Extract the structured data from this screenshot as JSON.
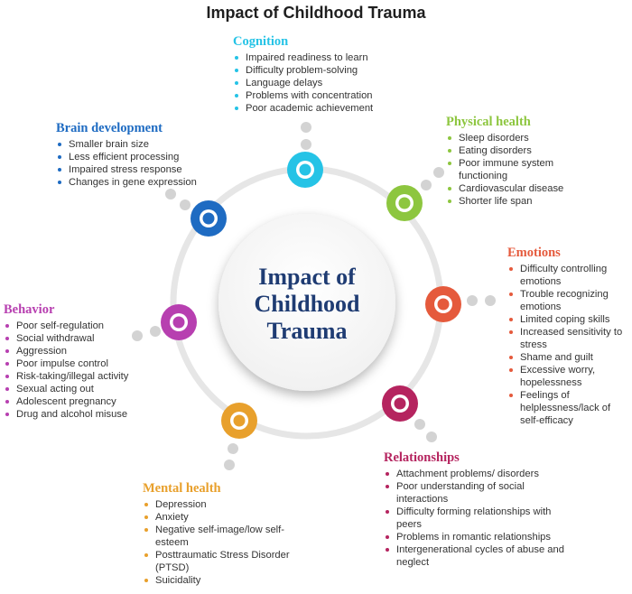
{
  "title": "Impact of Childhood Trauma",
  "center": [
    "Impact of",
    "Childhood",
    "Trauma"
  ],
  "categories": [
    {
      "key": "cognition",
      "heading": "Cognition",
      "color": "#25c3e6",
      "items": [
        "Impaired readiness to learn",
        "Difficulty problem-solving",
        "Language delays",
        "Problems with concentration",
        "Poor academic achievement"
      ]
    },
    {
      "key": "physical",
      "heading": "Physical health",
      "color": "#8dc63f",
      "items": [
        "Sleep disorders",
        "Eating disorders",
        "Poor immune system functioning",
        "Cardiovascular disease",
        "Shorter life span"
      ]
    },
    {
      "key": "emotions",
      "heading": "Emotions",
      "color": "#e55a3c",
      "items": [
        "Difficulty controlling emotions",
        "Trouble recognizing emotions",
        "Limited coping skills",
        "Increased sensitivity to stress",
        "Shame and guilt",
        "Excessive worry, hopelessness",
        "Feelings of helplessness/lack of self-efficacy"
      ]
    },
    {
      "key": "relationships",
      "heading": "Relationships",
      "color": "#b5245f",
      "items": [
        "Attachment problems/ disorders",
        "Poor understanding of social interactions",
        "Difficulty forming relationships with peers",
        "Problems in romantic relationships",
        "Intergenerational cycles of abuse and neglect"
      ]
    },
    {
      "key": "mental",
      "heading": "Mental health",
      "color": "#e8a02c",
      "items": [
        "Depression",
        "Anxiety",
        "Negative self-image/low self-esteem",
        "Posttraumatic Stress Disorder (PTSD)",
        "Suicidality"
      ]
    },
    {
      "key": "behavior",
      "heading": "Behavior",
      "color": "#b73fb0",
      "items": [
        "Poor self-regulation",
        "Social withdrawal",
        "Aggression",
        "Poor impulse control",
        "Risk-taking/illegal activity",
        "Sexual acting out",
        "Adolescent pregnancy",
        "Drug and alcohol misuse"
      ]
    },
    {
      "key": "brain",
      "heading": "Brain development",
      "color": "#1e6bc2",
      "items": [
        "Smaller brain size",
        "Less efficient processing",
        "Impaired stress response",
        "Changes in gene expression"
      ]
    }
  ]
}
